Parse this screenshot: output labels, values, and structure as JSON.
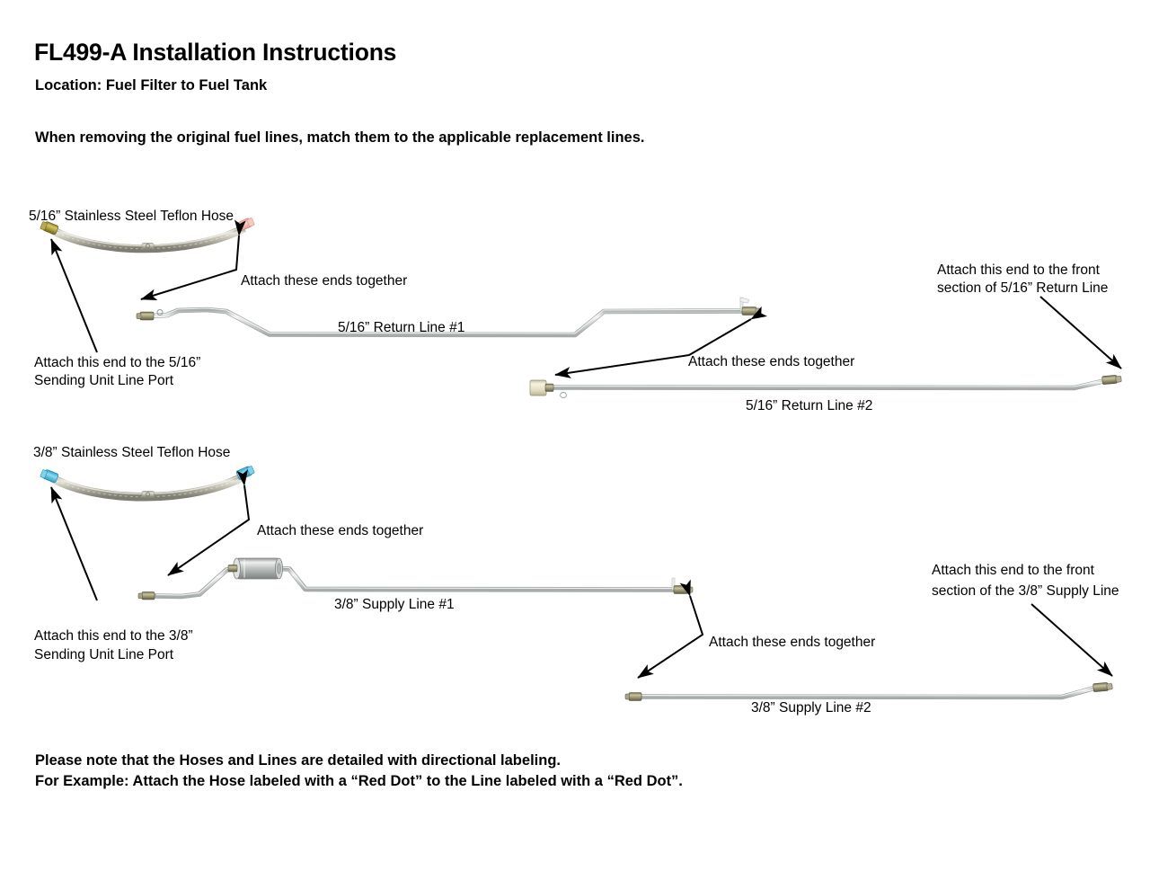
{
  "document": {
    "title": "FL499-A Installation Instructions",
    "location": "Location: Fuel Filter to Fuel Tank",
    "intro": "When removing the original fuel lines, match them to the applicable replacement lines.",
    "note_line_1": "Please note that the Hoses and Lines are detailed with directional labeling.",
    "note_line_2": "For Example: Attach the Hose labeled with a “Red Dot” to the Line labeled with a “Red Dot”."
  },
  "section_return": {
    "hose_title": "5/16” Stainless Steel Teflon Hose",
    "hose_left_fitting_color": "#b5a03a",
    "hose_right_fitting_color": "#f0b6ac",
    "annotation_attach_ends": "Attach these ends together",
    "annotation_sending_unit_line1": "Attach this end to the 5/16”",
    "annotation_sending_unit_line2": "Sending Unit Line Port",
    "line1_label": "5/16” Return Line #1",
    "line2_label": "5/16” Return Line #2",
    "annotation_attach_ends_2": "Attach these ends together",
    "annotation_front_section_line1": "Attach this end to the front",
    "annotation_front_section_line2": "section of 5/16” Return Line"
  },
  "section_supply": {
    "hose_title": "3/8” Stainless Steel Teflon Hose",
    "hose_left_fitting_color": "#4fc3e8",
    "hose_right_fitting_color": "#4fc3e8",
    "annotation_attach_ends": "Attach these ends together",
    "annotation_sending_unit_line1": "Attach this end to the 3/8”",
    "annotation_sending_unit_line2": "Sending Unit Line Port",
    "line1_label": "3/8” Supply Line #1",
    "line2_label": "3/8” Supply Line #2",
    "annotation_attach_ends_2": "Attach these ends together",
    "annotation_front_section_line1": "Attach this end to the front",
    "annotation_front_section_line2": "section of the 3/8” Supply Line"
  },
  "colors": {
    "tube_body": "#c9cdcc",
    "tube_highlight": "#f2f4f3",
    "tube_shadow": "#9aa0a0",
    "brass_fitting": "#8d8a6e",
    "cream_fitting": "#e8e3cc",
    "filter_body": "#b9bcbb",
    "braid": "#b3b1a4",
    "arrow": "#000000"
  }
}
